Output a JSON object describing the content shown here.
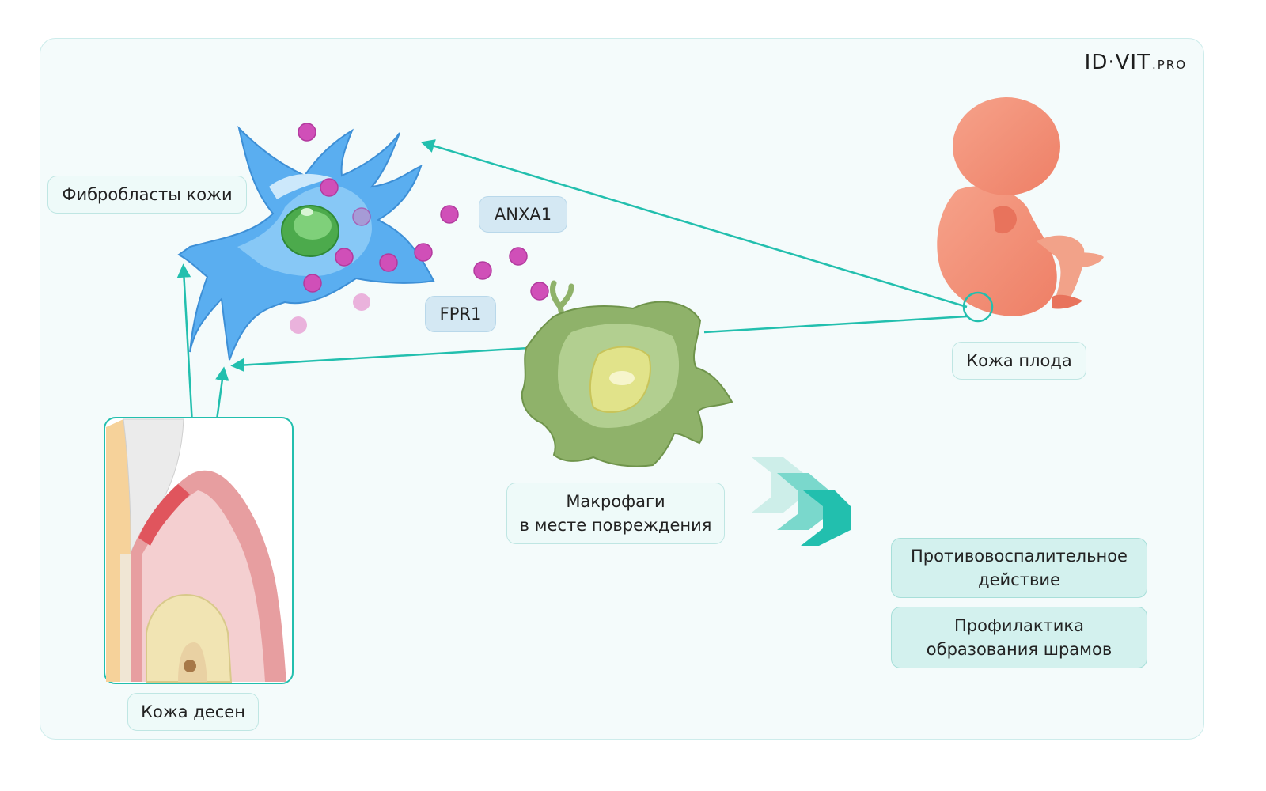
{
  "logo": {
    "main": "ID·VIT",
    "suffix": ".PRO"
  },
  "labels": {
    "skin_fibroblasts": "Фибробласты кожи",
    "anxa1": "ANXA1",
    "fpr1": "FPR1",
    "gum_skin": "Кожа десен",
    "fetal_skin": "Кожа плода",
    "macrophages": "Макрофаги\nв месте повреждения"
  },
  "results": [
    {
      "text": "Противовоспалительное\nдействие"
    },
    {
      "text": "Профилактика\nобразования шрамов"
    }
  ],
  "colors": {
    "accent_teal": "#22bfae",
    "fibroblast_blue": "#5aaef0",
    "molecule_magenta": "#d04fb8",
    "macrophage_green": "#8fb26a",
    "fetus_salmon": "#f19a82",
    "gum_pink": "#e79ea0"
  }
}
